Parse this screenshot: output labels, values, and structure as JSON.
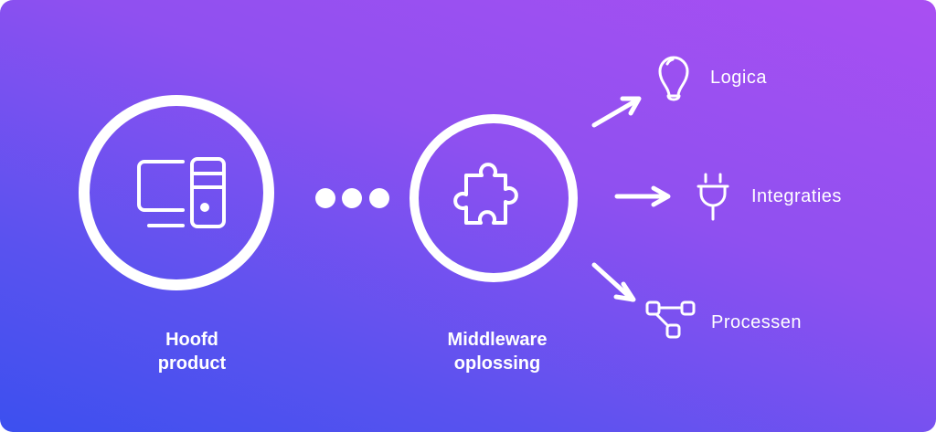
{
  "nodes": {
    "main_product": {
      "line1": "Hoofd",
      "line2": "product"
    },
    "middleware": {
      "line1": "Middleware",
      "line2": "oplossing"
    }
  },
  "outputs": [
    {
      "label": "Logica",
      "icon": "lightbulb-icon"
    },
    {
      "label": "Integraties",
      "icon": "plug-icon"
    },
    {
      "label": "Processen",
      "icon": "process-flow-icon"
    }
  ]
}
